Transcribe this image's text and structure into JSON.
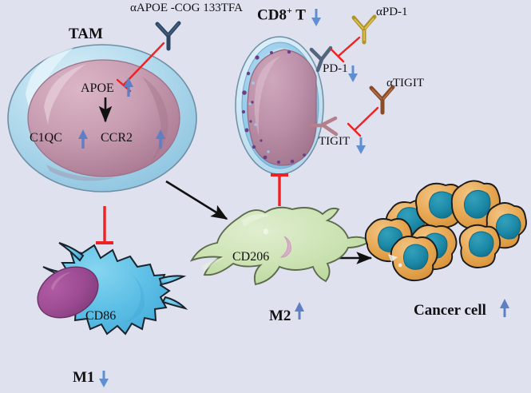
{
  "figure": {
    "type": "biological-pathway-diagram",
    "background_color": "#dfe1ef",
    "description": "APOE/TAM signaling pathway schematic showing macrophage polarization, CD8+ T cell exhaustion and cancer cell proliferation with antibody interventions"
  },
  "palette": {
    "background": "#dfe1ef",
    "inhibition_red": "#ee2222",
    "activation_black": "#111111",
    "up_arrow_blue": "#5f7fc4",
    "down_arrow_blue": "#5f8fd0",
    "tam_membrane": "#a9d7ea",
    "tam_nucleus": "#c79cb1",
    "tcell_membrane": "#a8d4ec",
    "tcell_nucleus": "#bb90a8",
    "m1_body": "#63c2e8",
    "m1_nucleus": "#9e4e93",
    "m2_body": "#cfe3b5",
    "cancer_body": "#e8a955",
    "cancer_nucleus": "#1c8aa8",
    "antibody_apoe": "#2e4663",
    "antibody_pd1": "#b2952a",
    "antibody_tigit": "#8a4b2a",
    "receptor_pd1": "#53657c",
    "receptor_tigit": "#b4808c"
  },
  "labels": {
    "antibody_apoe": "αAPOE -COG 133TFA",
    "antibody_pd1": "αPD-1",
    "antibody_tigit": "αTIGIT",
    "tam": "TAM",
    "apoe": "APOE",
    "c1qc": "C1QC",
    "ccr2": "CCR2",
    "cd8t": "CD8",
    "cd8t_sup": "+",
    "cd8t_tail": "T",
    "pd1": "PD-1",
    "tigit": "TIGIT",
    "cd86": "CD86",
    "m1": "M1",
    "cd206": "CD206",
    "m2": "M2",
    "cancer_cell": "Cancer cell"
  },
  "regulation_arrows": [
    {
      "target": "APOE",
      "direction": "up",
      "color": "#5f7fc4"
    },
    {
      "target": "C1QC",
      "direction": "up",
      "color": "#5f7fc4"
    },
    {
      "target": "CCR2",
      "direction": "up",
      "color": "#5f7fc4"
    },
    {
      "target": "CD8+ T",
      "direction": "down",
      "color": "#5f8fd0"
    },
    {
      "target": "PD-1",
      "direction": "down",
      "color": "#5f8fd0"
    },
    {
      "target": "TIGIT",
      "direction": "down",
      "color": "#5f8fd0"
    },
    {
      "target": "M1",
      "direction": "down",
      "color": "#5f8fd0"
    },
    {
      "target": "M2",
      "direction": "up",
      "color": "#5f7fc4"
    },
    {
      "target": "Cancer cell",
      "direction": "up",
      "color": "#5f7fc4"
    }
  ],
  "connectors": [
    {
      "name": "apoe-antibody-inhibits-apoe",
      "kind": "inhibition",
      "color": "#ee2222",
      "from": "αAPOE -COG 133TFA",
      "to": "APOE in TAM"
    },
    {
      "name": "pd1-antibody-inhibits-pd1",
      "kind": "inhibition",
      "color": "#ee2222",
      "from": "αPD-1",
      "to": "PD-1 receptor"
    },
    {
      "name": "tigit-antibody-inhibits-tigit",
      "kind": "inhibition",
      "color": "#ee2222",
      "from": "αTIGIT",
      "to": "TIGIT receptor"
    },
    {
      "name": "tam-inhibits-m1",
      "kind": "inhibition",
      "color": "#ee2222",
      "from": "TAM",
      "to": "M1"
    },
    {
      "name": "m2-inhibits-cd8t",
      "kind": "inhibition",
      "color": "#ee2222",
      "from": "M2",
      "to": "CD8+ T"
    },
    {
      "name": "apoe-intracell-arrow",
      "kind": "activation",
      "color": "#111111",
      "from": "APOE",
      "to": "C1QC / CCR2"
    },
    {
      "name": "tam-promotes-m2",
      "kind": "activation",
      "color": "#111111",
      "from": "TAM",
      "to": "M2"
    },
    {
      "name": "m2-promotes-cancer",
      "kind": "activation",
      "color": "#111111",
      "from": "M2",
      "to": "Cancer cell"
    }
  ]
}
